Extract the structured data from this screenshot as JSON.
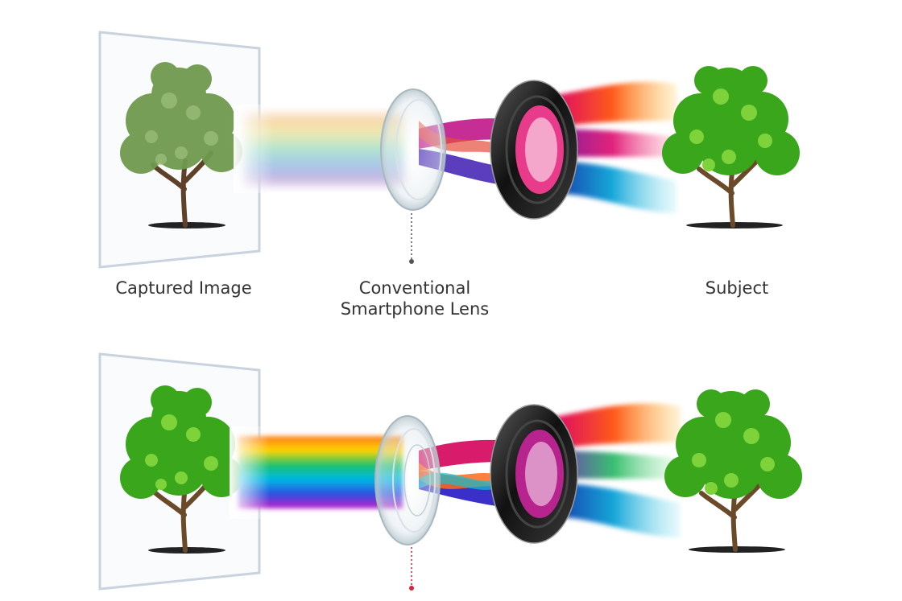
{
  "labels": {
    "captured_image": "Captured Image",
    "conventional_lens_line1": "Conventional",
    "conventional_lens_line2": "Smartphone Lens",
    "subject": "Subject"
  },
  "colors": {
    "frame": "#c9d3de",
    "tree_muted": "#6f9a4e",
    "tree_vivid": "#3aa61c",
    "trunk": "#6b4a2a",
    "lens_ring": "#1c1c1c",
    "top_pointer": "#555555",
    "bottom_pointer": "#d0253a"
  },
  "rows": [
    {
      "name": "conventional",
      "captured_tree": "muted",
      "beam": "faded"
    },
    {
      "name": "improved",
      "captured_tree": "vivid",
      "beam": "saturated"
    }
  ]
}
